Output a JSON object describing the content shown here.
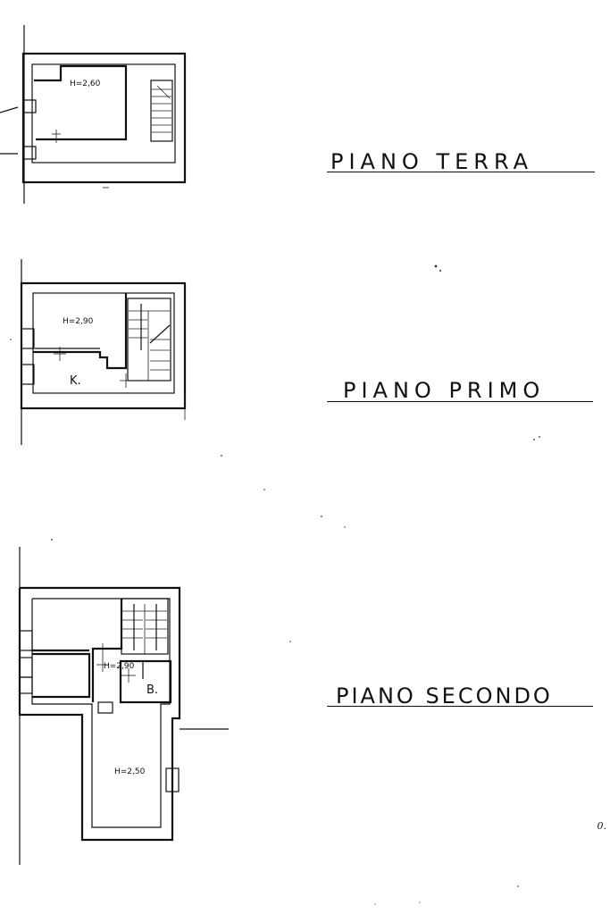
{
  "floors": [
    {
      "title": "PIANO TERRA",
      "rooms": [
        {
          "label": "H=2,60"
        }
      ]
    },
    {
      "title": "PIANO PRIMO",
      "rooms": [
        {
          "label": "H=2,90"
        },
        {
          "label": "K."
        }
      ]
    },
    {
      "title": "PIANO SECONDO",
      "rooms": [
        {
          "label": "H=2,90"
        },
        {
          "label": "B."
        },
        {
          "label": "H=2,50"
        }
      ]
    }
  ],
  "edge_mark": "0."
}
